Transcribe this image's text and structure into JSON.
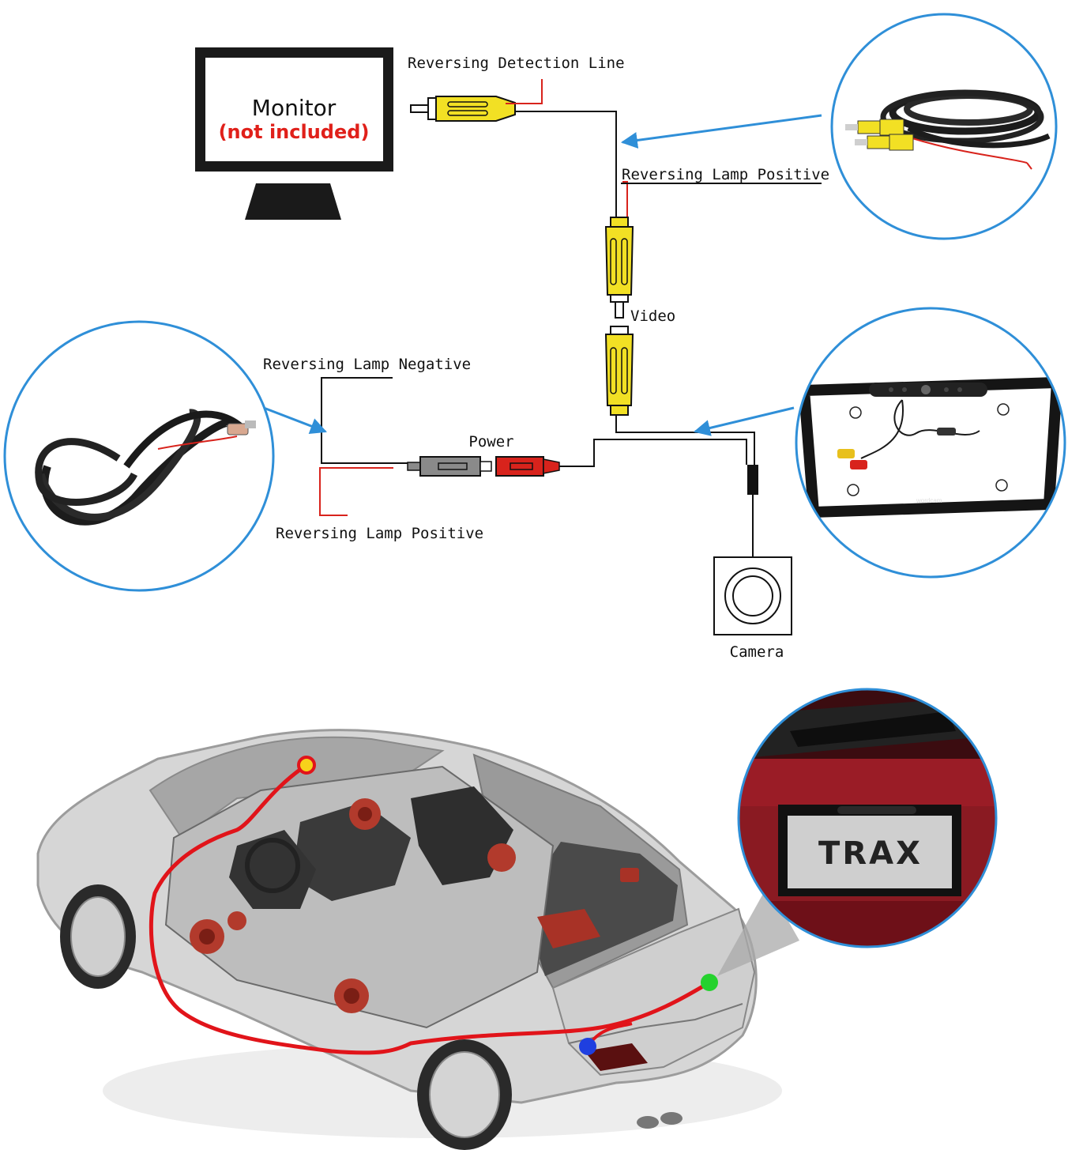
{
  "labels": {
    "monitor": "Monitor",
    "monitor_note": "(not included)",
    "reversing_detection_line": "Reversing Detection Line",
    "reversing_lamp_positive_top": "Reversing Lamp Positive",
    "video": "Video",
    "reversing_lamp_negative": "Reversing Lamp Negative",
    "power": "Power",
    "reversing_lamp_positive_bottom": "Reversing Lamp Positive",
    "camera": "Camera"
  },
  "inset_text": {
    "plate": "TRAX",
    "frame_brand": "wordcam"
  },
  "colors": {
    "rca_yellow": "#f2e024",
    "power_red": "#d8231c",
    "plug_gray": "#8a8a8a",
    "wire_red": "#e0201a",
    "wire_black": "#111111",
    "callout_blue": "#2f8fd8",
    "route_red": "#e1141a",
    "marker_yellow": "#f7d21b",
    "marker_blue": "#1f3fe0",
    "marker_green": "#25d22e"
  }
}
